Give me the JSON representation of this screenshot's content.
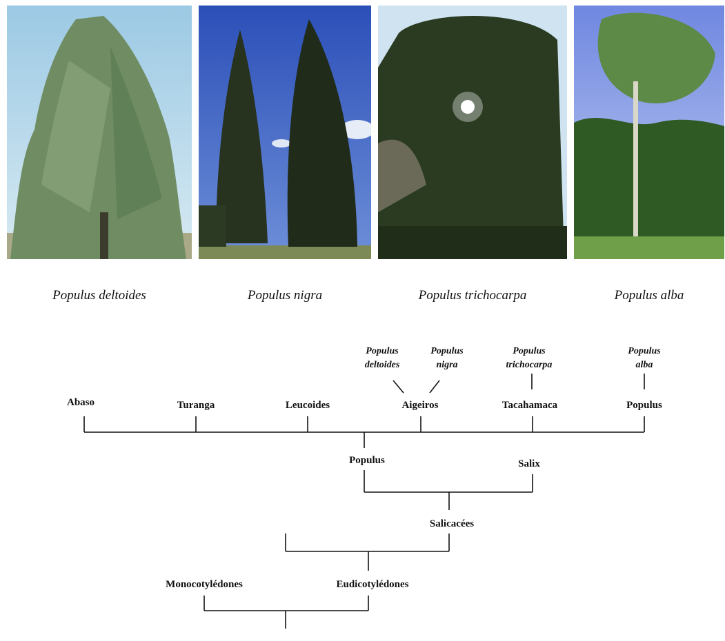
{
  "photos": [
    {
      "species": "Populus deltoides"
    },
    {
      "species": "Populus nigra"
    },
    {
      "species": "Populus trichocarpa"
    },
    {
      "species": "Populus alba"
    }
  ],
  "tree": {
    "species_labels": {
      "deltoides_1": "Populus",
      "deltoides_2": "deltoides",
      "nigra_1": "Populus",
      "nigra_2": "nigra",
      "trichocarpa_1": "Populus",
      "trichocarpa_2": "trichocarpa",
      "alba_1": "Populus",
      "alba_2": "alba"
    },
    "sections": {
      "abaso": "Abaso",
      "turanga": "Turanga",
      "leucoides": "Leucoides",
      "aigeiros": "Aigeiros",
      "tacahamaca": "Tacahamaca",
      "populus": "Populus"
    },
    "genera": {
      "populus": "Populus",
      "salix": "Salix"
    },
    "family": "Salicacées",
    "groups": {
      "monocots": "Monocotylédones",
      "eudicots": "Eudicotylédones"
    }
  }
}
